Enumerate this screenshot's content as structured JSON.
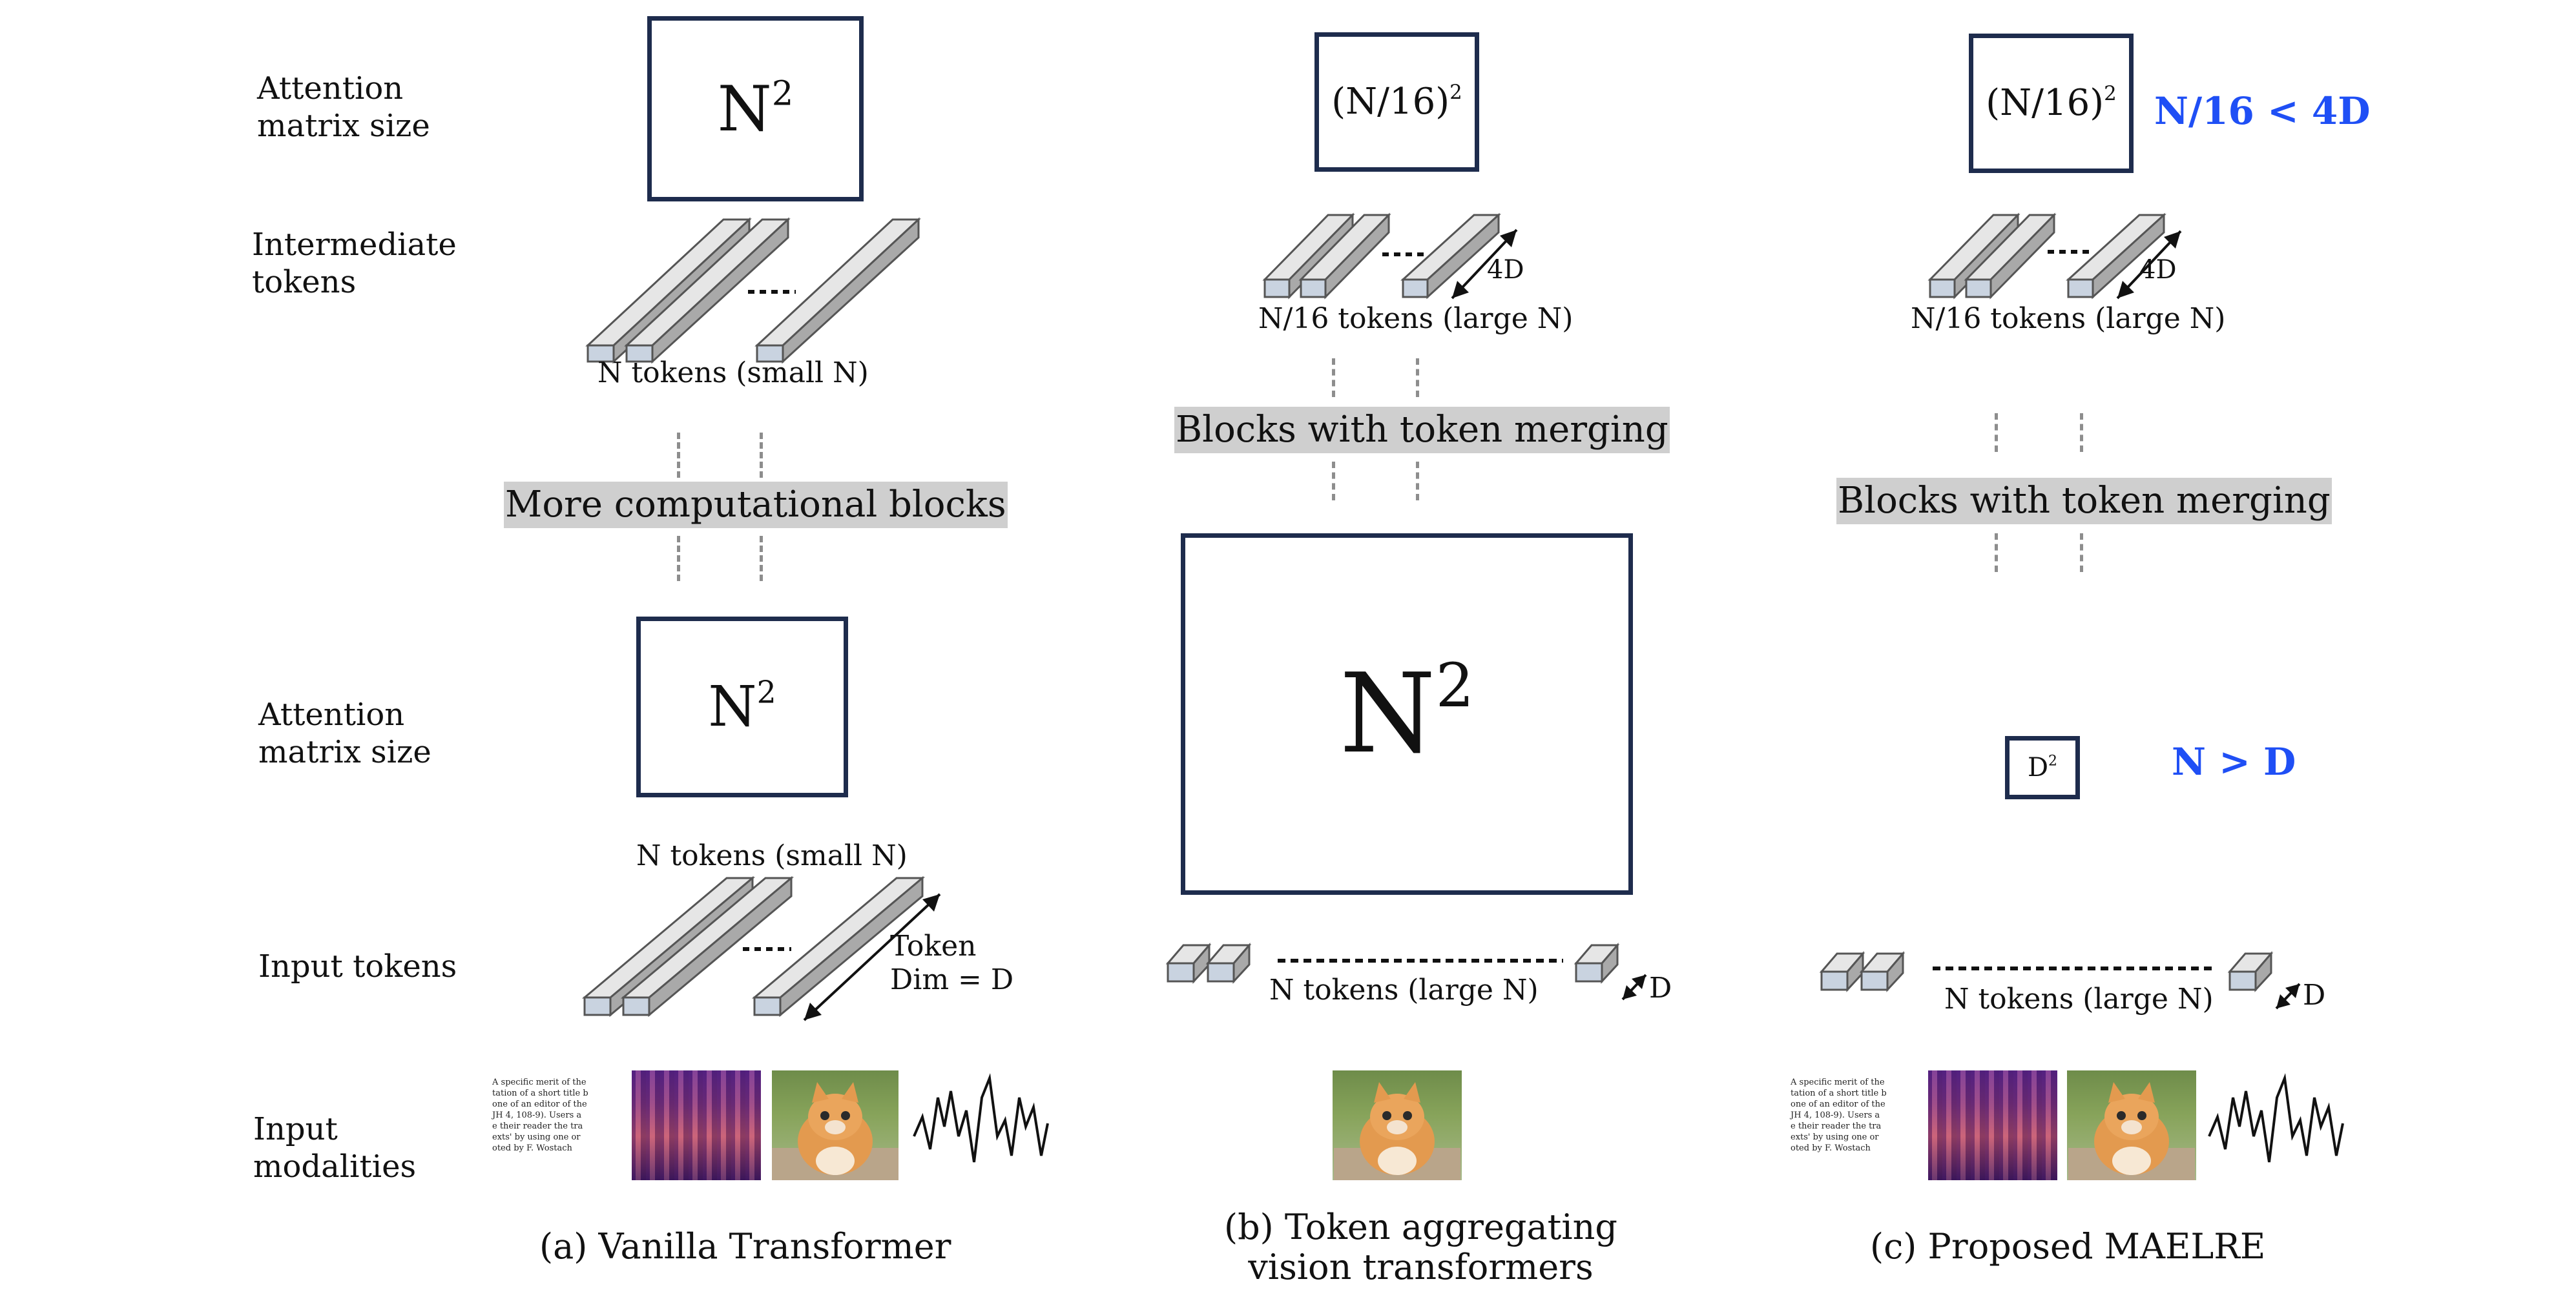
{
  "row_labels": {
    "attention_top": "Attention\nmatrix size",
    "intermediate": "Intermediate\ntokens",
    "attention_bottom": "Attention\nmatrix size",
    "input_tokens": "Input tokens",
    "input_modalities": "Input\nmodalities"
  },
  "panel_a": {
    "matrix_top": "N",
    "matrix_top_sup": "2",
    "tokens_top_label": "N tokens (small N)",
    "block_label": "More computational blocks",
    "matrix_bottom": "N",
    "matrix_bottom_sup": "2",
    "tokens_bottom_label": "N tokens (small N)",
    "token_dim_label": "Token\nDim = D",
    "caption": "(a) Vanilla Transformer"
  },
  "panel_b": {
    "matrix_top": "(N/16)",
    "matrix_top_sup": "2",
    "dim_label": "4D",
    "tokens_top_label": "N/16 tokens (large N)",
    "block_label": "Blocks with token merging",
    "matrix_bottom": "N",
    "matrix_bottom_sup": "2",
    "tokens_bottom_label": "N tokens (large N)",
    "dim_bottom_label": "D",
    "caption_line1": "(b) Token aggregating",
    "caption_line2": "vision transformers"
  },
  "panel_c": {
    "matrix_top": "(N/16)",
    "matrix_top_sup": "2",
    "condition_top": "N/16 < 4D",
    "dim_label": "4D",
    "tokens_top_label": "N/16 tokens (large N)",
    "block_label": "Blocks with token merging",
    "matrix_bottom": "D",
    "matrix_bottom_sup": "2",
    "condition_bottom": "N > D",
    "tokens_bottom_label": "N tokens (large N)",
    "dim_bottom_label": "D",
    "caption": "(c) Proposed MAELRE"
  },
  "doc_thumbnail_text": "A specific merit of the\ntation of a short title b\none of an editor of the\nJH 4, 108-9). Users a\ne their reader the tra\nexts' by using one or\noted by F. Wostach",
  "colors": {
    "accent_blue": "#1f4ff5",
    "matrix_border": "#1e2c4d",
    "block_bg": "#cfcfcf"
  }
}
